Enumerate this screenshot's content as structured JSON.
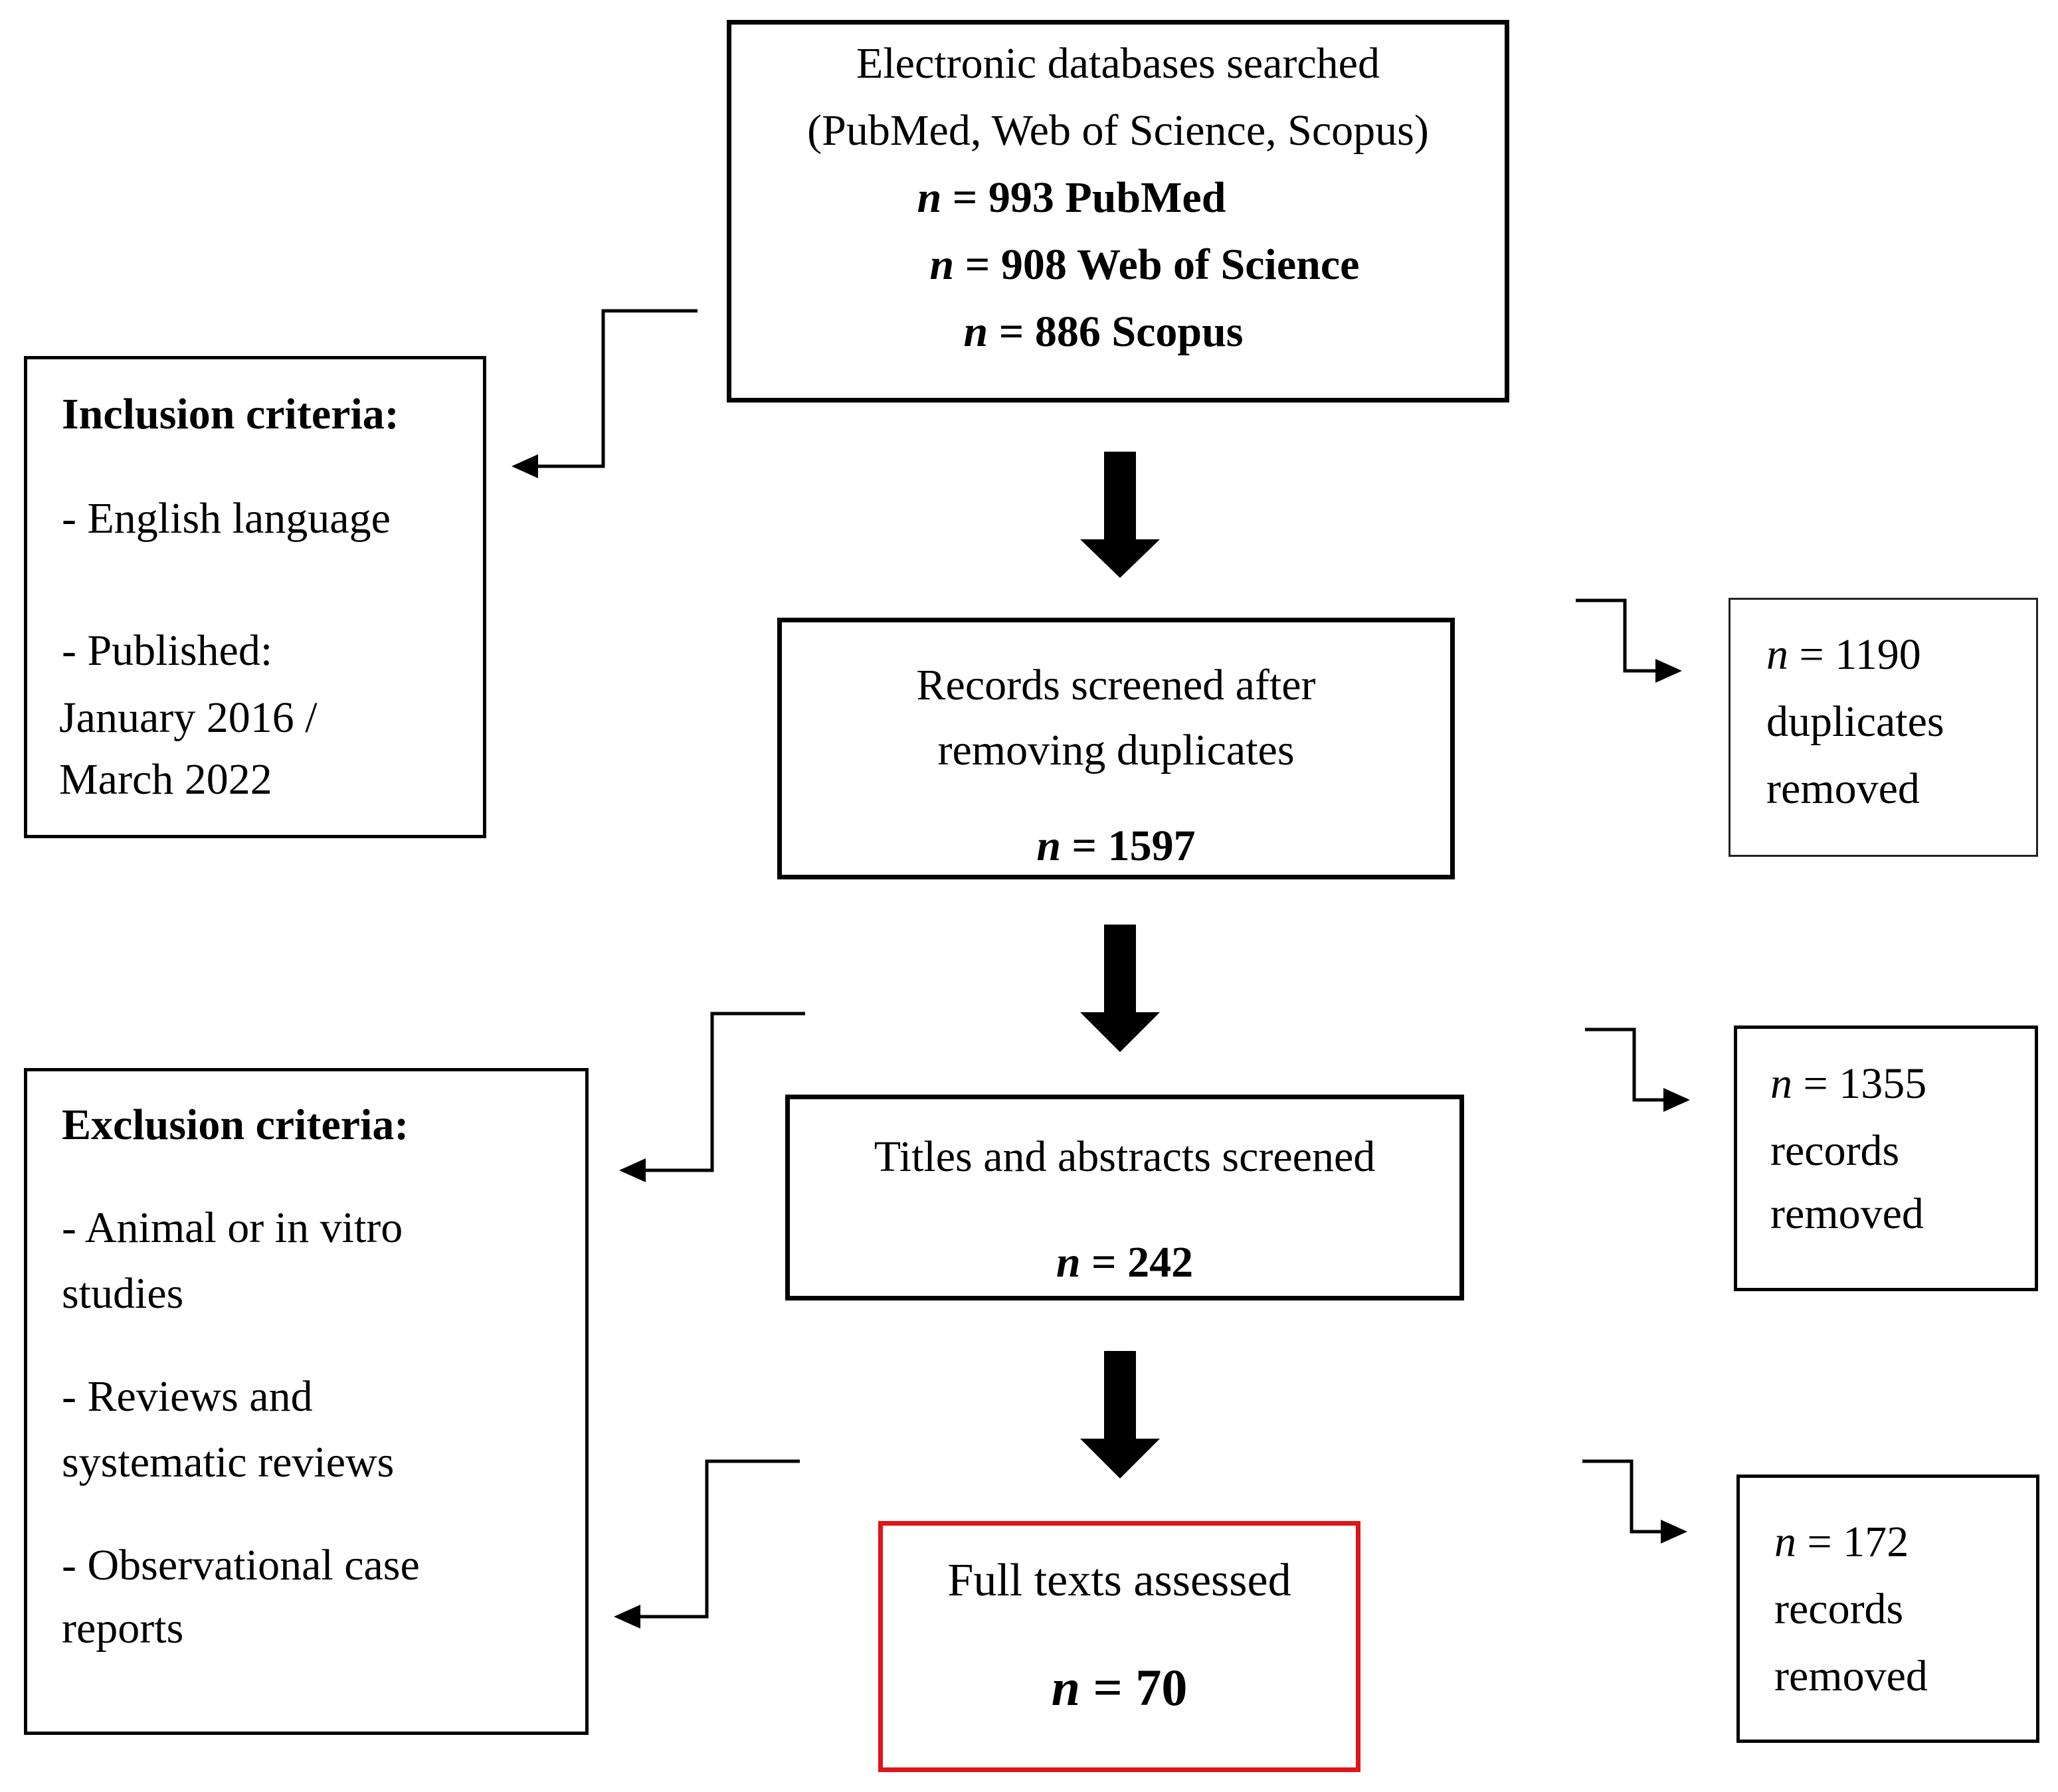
{
  "top_box": {
    "line1": "Electronic databases searched",
    "line2": "(PubMed, Web of Science, Scopus)",
    "counts": [
      {
        "n": "n",
        "eq": " = 993 PubMed"
      },
      {
        "n": "n",
        "eq": " = 908 Web of Science"
      },
      {
        "n": "n",
        "eq": " = 886 Scopus"
      }
    ]
  },
  "inclusion": {
    "title": "Inclusion criteria:",
    "item1": "- English language",
    "item2_l1": "- Published:",
    "item2_l2": "January 2016 /",
    "item2_l3": "March 2022"
  },
  "screened": {
    "line1": "Records screened after",
    "line2": "removing duplicates",
    "n": "n",
    "eq": " = 1597"
  },
  "duplicates": {
    "n": "n",
    "eq": " = 1190",
    "line2": "duplicates",
    "line3": "removed"
  },
  "titles": {
    "line1": "Titles and abstracts screened",
    "n": "n",
    "eq": " = 242"
  },
  "removed1": {
    "n": "n",
    "eq": " = 1355",
    "line2": "records",
    "line3": "removed"
  },
  "exclusion": {
    "title": "Exclusion criteria:",
    "item1_l1": "- Animal or in vitro",
    "item1_l2": "studies",
    "item2_l1": "- Reviews and",
    "item2_l2": "systematic reviews",
    "item3_l1": "- Observational case",
    "item3_l2": "reports"
  },
  "fulltext": {
    "line1": "Full texts assessed",
    "n": "n",
    "eq": " = 70"
  },
  "removed2": {
    "n": "n",
    "eq": " = 172",
    "line2": "records",
    "line3": "removed"
  },
  "colors": {
    "highlight_border": "#e0141a",
    "line": "#000000"
  }
}
